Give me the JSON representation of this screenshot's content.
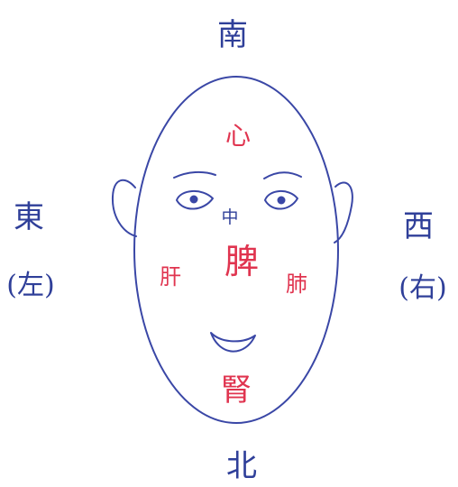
{
  "directions": {
    "south": "南",
    "north": "北",
    "east": "東",
    "east_paren": "(左)",
    "west": "西",
    "west_paren": "(右)"
  },
  "organs": {
    "heart": "心",
    "spleen": "脾",
    "liver": "肝",
    "lung": "肺",
    "kidney": "腎"
  },
  "center_label": "中",
  "colors": {
    "ink_blue": "#3a47a6",
    "ink_red": "#e0344f"
  }
}
